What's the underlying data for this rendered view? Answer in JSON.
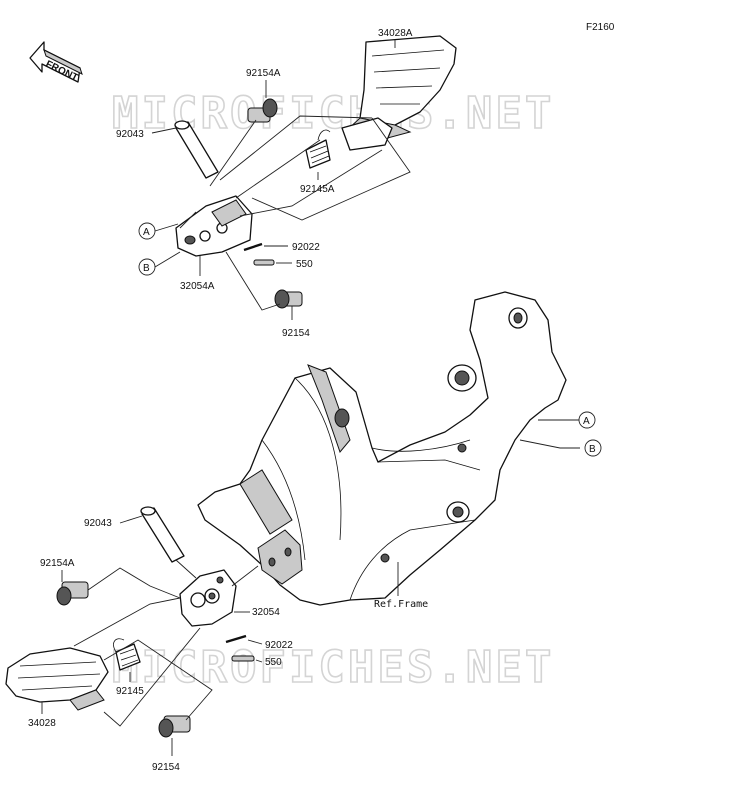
{
  "figure_code": "F2160",
  "front_label": "FRONT",
  "watermark": "MICROFICHES.NET",
  "ref_frame": "Ref.Frame",
  "markers": {
    "a": "A",
    "b": "B"
  },
  "parts": {
    "footpeg_left": "34028A",
    "bolt_upper_left": "92154A",
    "pin_left": "92043",
    "spring_left": "92145A",
    "cotter_left": "92022",
    "washer_left": "550",
    "bracket_left": "32054A",
    "bolt_lower_left": "92154",
    "pin_right": "92043",
    "bolt_upper_right": "92154A",
    "bracket_right": "32054",
    "cotter_right": "92022",
    "washer_right": "550",
    "spring_right": "92145",
    "footpeg_right": "34028",
    "bolt_lower_right": "92154"
  }
}
